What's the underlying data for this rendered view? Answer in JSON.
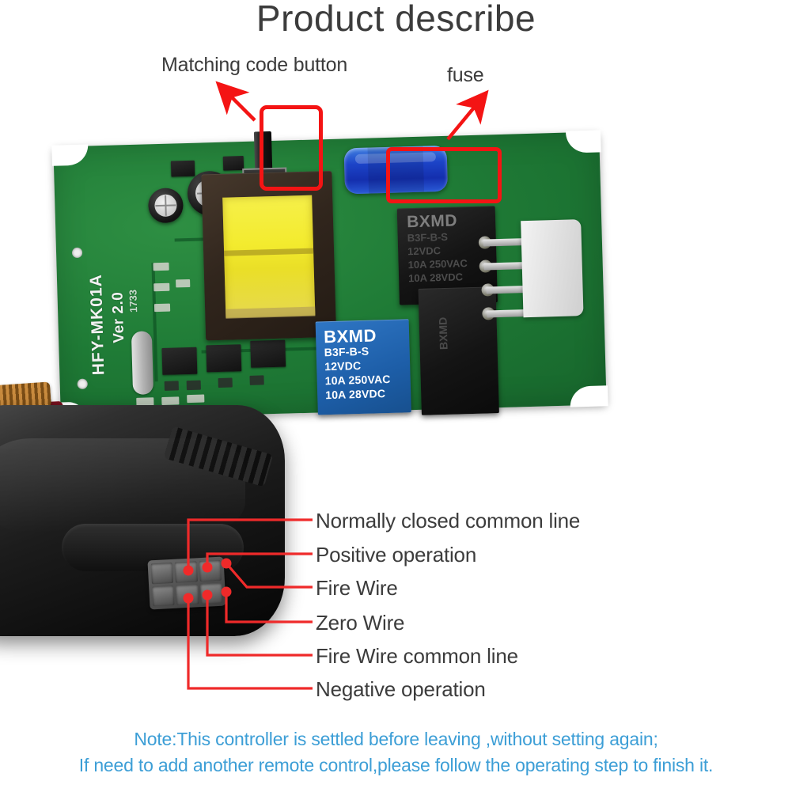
{
  "title": "Product describe",
  "annotations": {
    "matching_button": "Matching code button",
    "fuse": "fuse"
  },
  "pcb": {
    "silkscreen": {
      "model": "HFY-MK01A",
      "version": "Ver 2.0",
      "batch": "1733"
    },
    "relay_blue": {
      "brand": "BXMD",
      "model": "B3F-B-S",
      "coil": "12VDC",
      "rating_ac": "10A 250VAC",
      "rating_dc": "10A 28VDC"
    },
    "relay_black_top": {
      "brand": "BXMD",
      "model": "B3F-B-S",
      "coil": "12VDC",
      "rating_ac": "10A 250VAC",
      "rating_dc": "10A 28VDC"
    },
    "relay_black_bottom": {
      "brand": "BXMD"
    }
  },
  "callouts": [
    {
      "label": "Normally closed common line"
    },
    {
      "label": "Positive operation"
    },
    {
      "label": "Fire Wire"
    },
    {
      "label": "Zero Wire"
    },
    {
      "label": "Fire Wire common line"
    },
    {
      "label": "Negative operation"
    }
  ],
  "note": {
    "line1": "Note:This controller is settled before leaving ,without setting again;",
    "line2": "If need to add another remote control,please follow the operating step to finish it."
  },
  "colors": {
    "marker_red": "#f41414",
    "note_blue": "#3c9ed6",
    "pcb_green": "#1f7b36",
    "relay_blue": "#1d5ea8",
    "title_gray": "#3c3c3c"
  }
}
